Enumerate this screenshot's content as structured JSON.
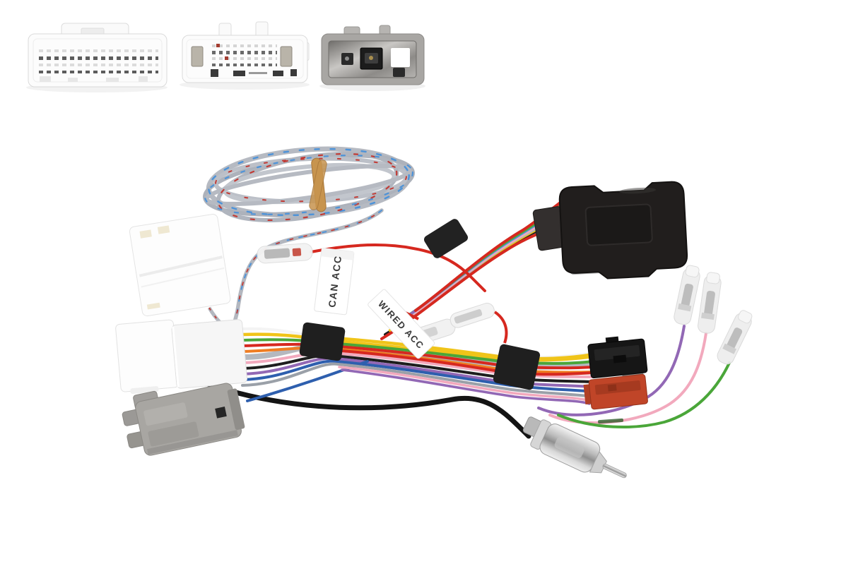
{
  "scene": {
    "description": "Product photo of a car stereo wiring harness adapter kit: CAN-bus interface box, vehicle connectors, ISO radio connectors, DIN antenna adapter and a coiled twisted-pair wire",
    "background_color": "#ffffff"
  },
  "labels": {
    "can_acc": "CAN ACC",
    "wired_acc": "WIRED ACC"
  },
  "components": [
    {
      "id": "vehicle-connector-a",
      "description": "white wide vehicle connector, two rows of pins"
    },
    {
      "id": "vehicle-connector-b",
      "description": "white vehicle connector with two metal latches"
    },
    {
      "id": "vehicle-connector-c",
      "description": "gray vehicle connector with metallic cavity"
    },
    {
      "id": "twisted-wire-coil",
      "description": "gray twisted-pair wire coil bound with rubber band"
    },
    {
      "id": "white-connector-rear",
      "description": "white harness connector seen from rear"
    },
    {
      "id": "white-connector-front",
      "description": "white harness connector with colored leads"
    },
    {
      "id": "gray-stepped-connector",
      "description": "gray stepped connector"
    },
    {
      "id": "canbus-module",
      "description": "black CAN-bus interface box"
    },
    {
      "id": "iso-connector-black",
      "description": "black ISO radio connector"
    },
    {
      "id": "iso-connector-red",
      "description": "red ISO radio connector"
    },
    {
      "id": "bullet-terminal-purple",
      "description": "insulated bullet terminal on purple lead"
    },
    {
      "id": "bullet-terminal-pink",
      "description": "insulated bullet terminal on pink lead"
    },
    {
      "id": "bullet-terminal-green",
      "description": "insulated bullet terminal on green lead"
    },
    {
      "id": "inline-bullet-connector",
      "description": "mated in-line bullet connector on red lead"
    },
    {
      "id": "can-acc-lead",
      "description": "red lead with insulated terminal and CAN ACC flag label"
    },
    {
      "id": "wired-acc-label",
      "description": "WIRED ACC flag label on harness"
    },
    {
      "id": "antenna-adapter",
      "description": "black coax lead with chrome DIN antenna plug"
    },
    {
      "id": "tape-wraps",
      "description": "black tape wraps bundling the loom"
    }
  ],
  "colors": {
    "wire_yellow": "#f0c419",
    "wire_orange": "#ef7d23",
    "wire_red": "#d6281f",
    "wire_green": "#4aa639",
    "wire_pink": "#f2a9bd",
    "wire_purple": "#9268b5",
    "wire_blue": "#2e5fae",
    "wire_light_blue": "#4e93d8",
    "wire_gray": "#b4b8bf",
    "wire_black": "#1e1e1e",
    "wire_white": "#f4f4f4",
    "module_black": "#211e1d",
    "iso_red": "#c04528",
    "rubber_band": "#c7944e",
    "connector_gray": "#a8a6a2",
    "connector_white": "#fcfcfc",
    "chrome": "#d9d9d9"
  }
}
